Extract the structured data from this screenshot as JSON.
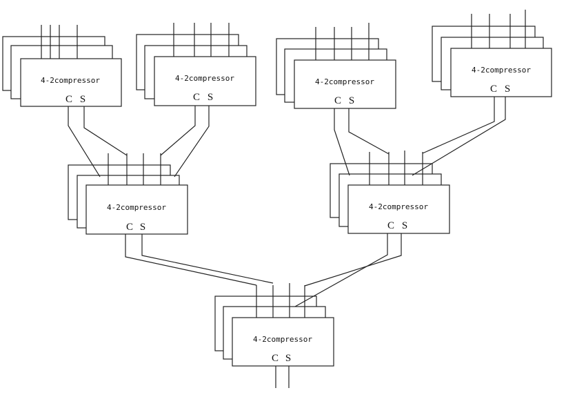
{
  "diagram": {
    "compressors": [
      {
        "id": "top-1",
        "label": "4-2compressor",
        "carry": "C",
        "sum": "S"
      },
      {
        "id": "top-2",
        "label": "4-2compressor",
        "carry": "C",
        "sum": "S"
      },
      {
        "id": "top-3",
        "label": "4-2compressor",
        "carry": "C",
        "sum": "S"
      },
      {
        "id": "top-4",
        "label": "4-2compressor",
        "carry": "C",
        "sum": "S"
      },
      {
        "id": "mid-left",
        "label": "4-2compressor",
        "carry": "C",
        "sum": "S"
      },
      {
        "id": "mid-right",
        "label": "4-2compressor",
        "carry": "C",
        "sum": "S"
      },
      {
        "id": "bottom",
        "label": "4-2compressor",
        "carry": "C",
        "sum": "S"
      }
    ],
    "colors": {
      "stroke": "#222222",
      "background": "#ffffff"
    }
  }
}
